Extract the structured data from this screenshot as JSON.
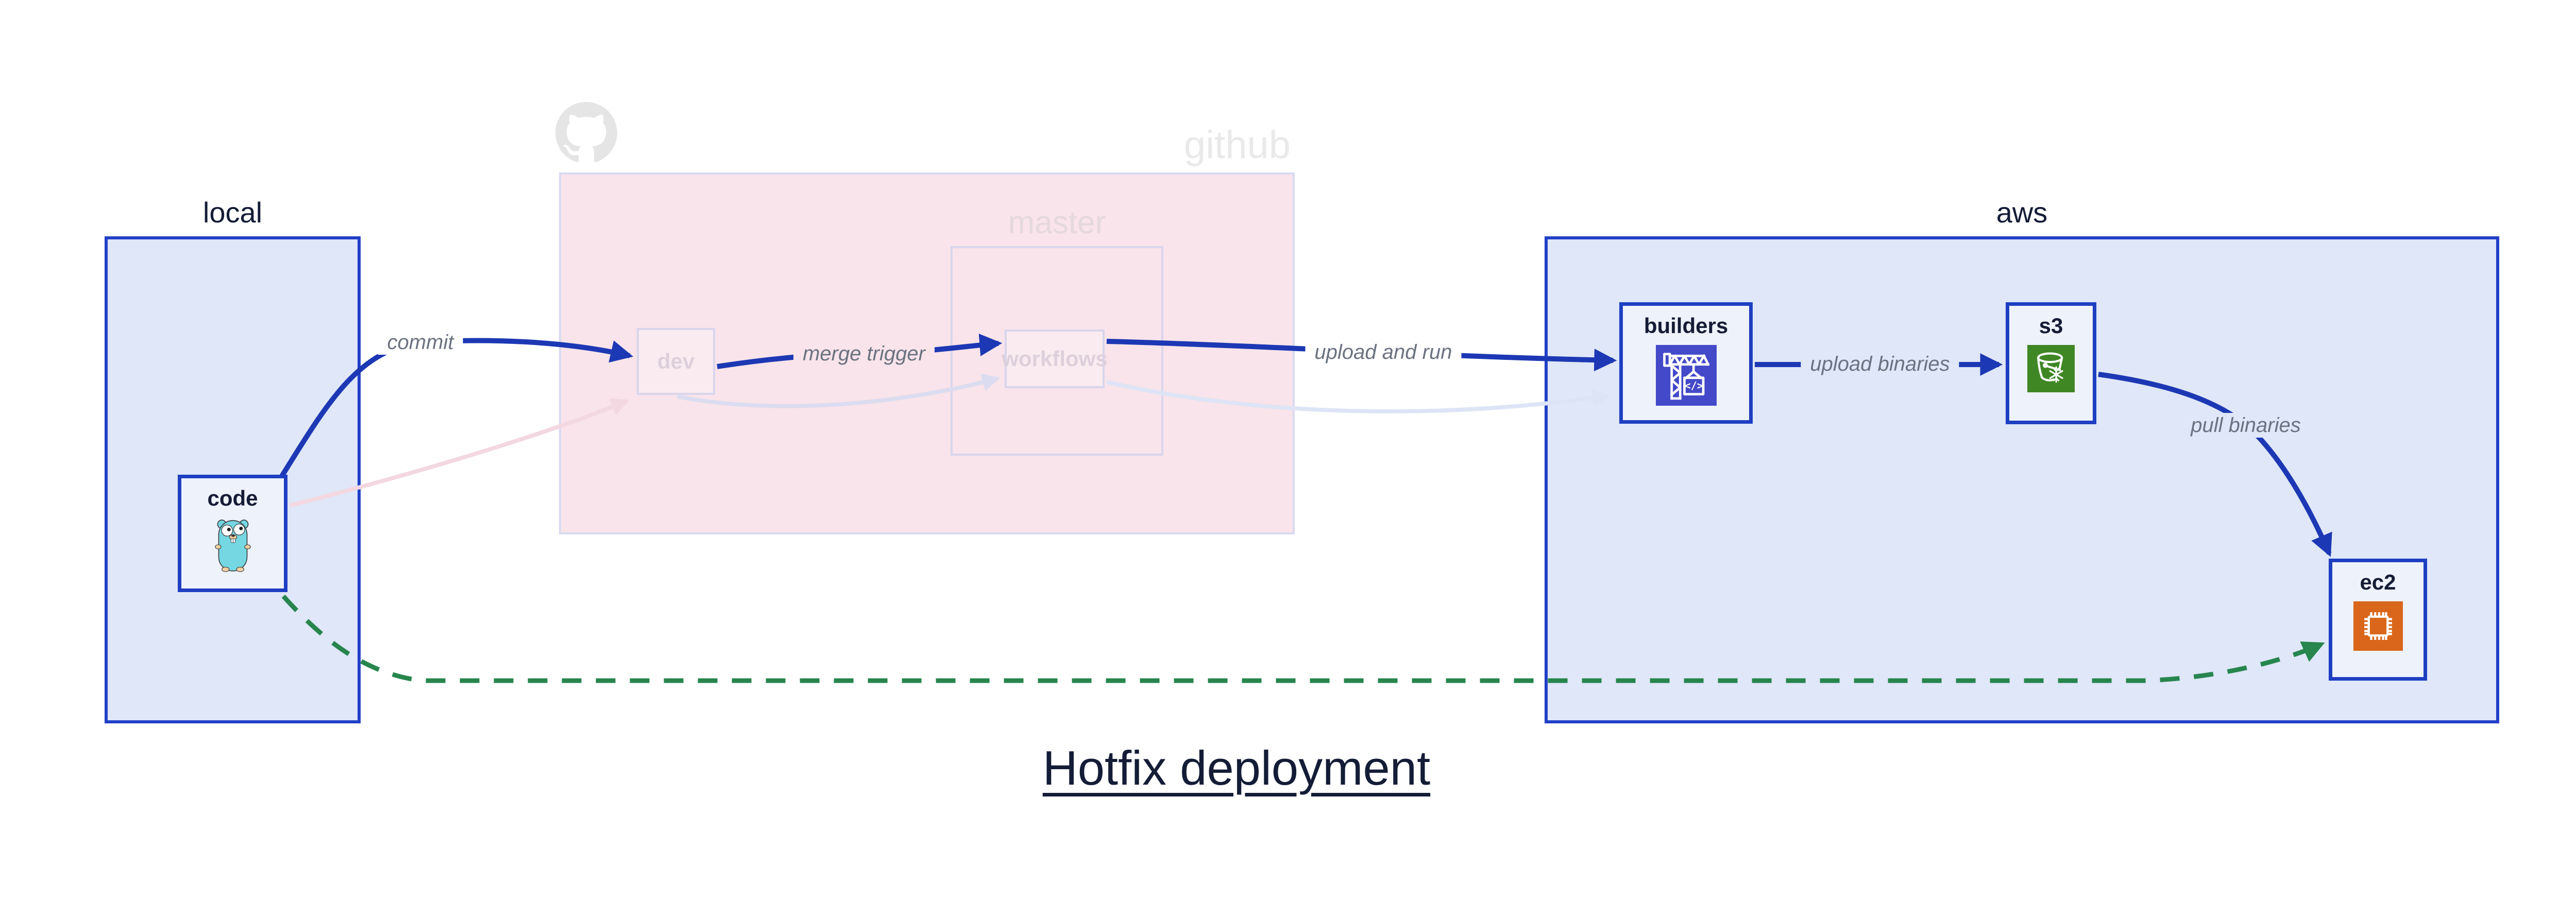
{
  "title": "Hotfix deployment",
  "containers": {
    "local": {
      "label": "local"
    },
    "github": {
      "label": "github"
    },
    "master": {
      "label": "master"
    },
    "aws": {
      "label": "aws"
    }
  },
  "nodes": {
    "code": {
      "label": "code",
      "icon": "go-gopher-icon"
    },
    "dev": {
      "label": "dev"
    },
    "workflows": {
      "label": "workflows"
    },
    "builders": {
      "label": "builders",
      "icon": "aws-codebuild-icon"
    },
    "s3": {
      "label": "s3",
      "icon": "aws-s3-glacier-icon"
    },
    "ec2": {
      "label": "ec2",
      "icon": "aws-ec2-icon"
    }
  },
  "edges": {
    "commit": {
      "label": "commit"
    },
    "merge_trigger": {
      "label": "merge trigger"
    },
    "upload_and_run": {
      "label": "upload and run"
    },
    "upload_binaries": {
      "label": "upload binaries"
    },
    "pull_binaries": {
      "label": "pull binaries"
    }
  },
  "theme": {
    "ink": "#141c36",
    "panel-fill": "#dfe7f8",
    "panel-border": "#2140c7",
    "node-fill": "#eef2fb",
    "node-border": "#1e3fc2",
    "edge-blue": "#1d38b4",
    "pink-fill": "#f8e4ea",
    "pink-border": "#d9daf1",
    "ghost-border": "#d9d5ec",
    "ghost-text": "#ddd0db",
    "master-text": "#e5d8dd",
    "faded-text": "#e9e9e9",
    "octocat": "#e5e5e5",
    "edge-label": "#6b7280",
    "green": "#27854e",
    "ghost-pink": "#f3d7e1",
    "ghost-lavender": "#dcdcf1",
    "ghost-blue": "#dde4f6",
    "codebuild": "#4349c8",
    "s3-green": "#3f8624",
    "ec2-orange": "#d9661a",
    "gopher-body": "#74d7e2",
    "gopher-skin": "#f2cf9f"
  }
}
